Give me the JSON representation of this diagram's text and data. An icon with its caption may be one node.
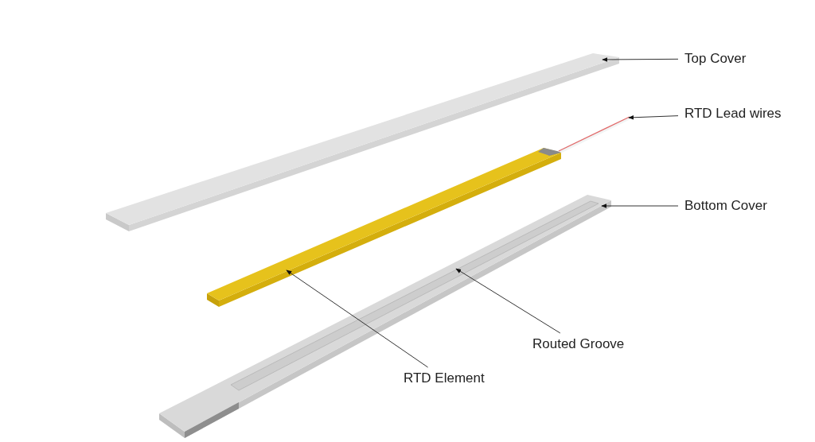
{
  "diagram": {
    "nodes": [
      {
        "text": [
          "Top Cover"
        ]
      },
      {
        "text": [
          "RTD Lead wires"
        ]
      },
      {
        "text": [
          "Bottom Cover"
        ]
      },
      {
        "text": [
          "Routed Groove"
        ]
      },
      {
        "text": [
          "RTD Element"
        ]
      },
      {
        "text": [],
        "shape": "bar"
      },
      {
        "text": [],
        "shape": "bar"
      },
      {
        "text": [],
        "shape": "bar"
      },
      {
        "text": [],
        "shape": "bar",
        "in": 7
      },
      {
        "text": [],
        "shape": "bar"
      }
    ],
    "edges": [
      {
        "from": 0,
        "to": 5,
        "arrow": "to"
      },
      {
        "from": 1,
        "to": 6,
        "arrow": "to"
      },
      {
        "from": 2,
        "to": 7,
        "arrow": "to"
      },
      {
        "from": 3,
        "to": 8,
        "arrow": "to"
      },
      {
        "from": 4,
        "to": 9,
        "arrow": "to"
      }
    ]
  }
}
